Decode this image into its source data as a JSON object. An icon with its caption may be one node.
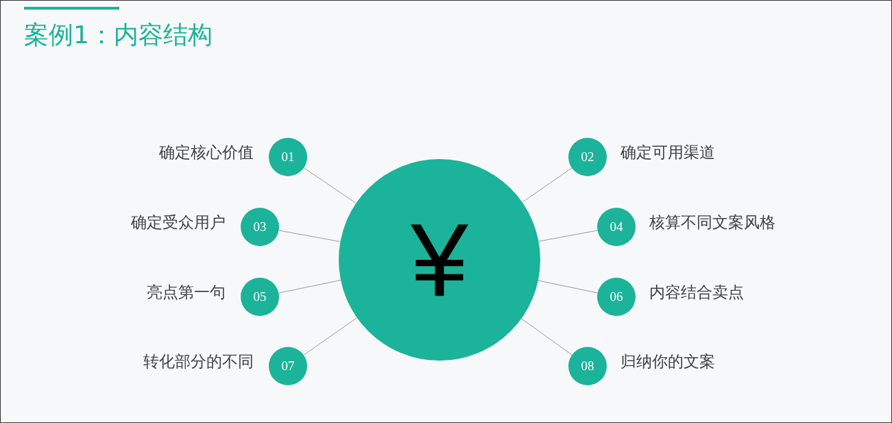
{
  "diagram": {
    "title": "案例1：内容结构",
    "nodes": [
      {
        "text": [
          "01"
        ],
        "beside": [
          "确定核心价值"
        ]
      },
      {
        "text": [
          "02"
        ],
        "beside": [
          "确定可用渠道"
        ]
      },
      {
        "text": [
          "03"
        ],
        "beside": [
          "确定受众用户"
        ]
      },
      {
        "text": [
          "04"
        ],
        "beside": [
          "核算不同文案风格"
        ]
      },
      {
        "text": [
          "05"
        ],
        "beside": [
          "亮点第一句"
        ]
      },
      {
        "text": [
          "06"
        ],
        "beside": [
          "内容结合卖点"
        ]
      },
      {
        "text": [
          "07"
        ],
        "beside": [
          "转化部分的不同"
        ]
      },
      {
        "text": [
          "08"
        ],
        "beside": [
          "归纳你的文案"
        ]
      },
      {
        "text": [
          "¥"
        ]
      }
    ],
    "edges": [
      {
        "from": 0,
        "to": 8,
        "arrow": "none"
      },
      {
        "from": 1,
        "to": 8,
        "arrow": "none"
      },
      {
        "from": 2,
        "to": 8,
        "arrow": "none"
      },
      {
        "from": 3,
        "to": 8,
        "arrow": "none"
      },
      {
        "from": 4,
        "to": 8,
        "arrow": "none"
      },
      {
        "from": 5,
        "to": 8,
        "arrow": "none"
      },
      {
        "from": 6,
        "to": 8,
        "arrow": "none"
      },
      {
        "from": 7,
        "to": 8,
        "arrow": "none"
      }
    ]
  }
}
